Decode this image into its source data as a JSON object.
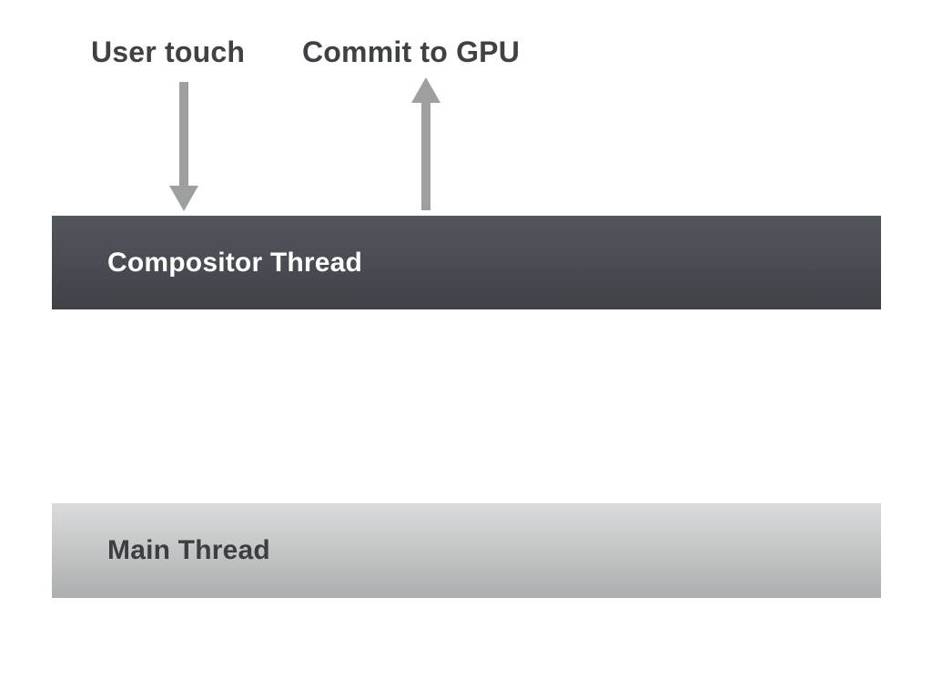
{
  "diagram": {
    "title_labels": {
      "user_touch": "User touch",
      "commit_to_gpu": "Commit to GPU"
    },
    "bars": {
      "compositor": {
        "label": "Compositor Thread"
      },
      "main": {
        "label": "Main Thread"
      }
    },
    "arrows": [
      {
        "name": "user-touch-down-arrow",
        "direction": "down",
        "from": "User touch",
        "to": "Compositor Thread"
      },
      {
        "name": "commit-to-gpu-up-arrow",
        "direction": "up",
        "from": "Compositor Thread",
        "to": "Commit to GPU"
      }
    ],
    "colors": {
      "background": "#ffffff",
      "label_text": "#3f4245",
      "arrow": "#9e9fa0",
      "compositor_bar_top": "#53565d",
      "compositor_bar_bottom": "#3f4247",
      "compositor_text": "#ffffff",
      "main_bar_top": "#dadbdc",
      "main_bar_bottom": "#acafaf",
      "main_text": "#3b3e42"
    }
  }
}
